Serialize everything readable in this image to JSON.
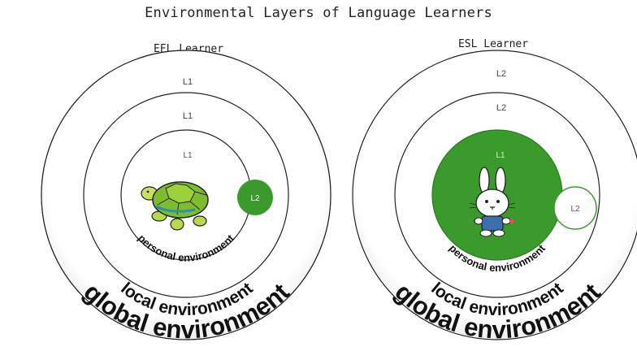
{
  "title": "Environmental Layers of Language Learners",
  "colors": {
    "green": "#3a9a2c",
    "dark_green": "#2a7a20",
    "ring": "#222222"
  },
  "efl": {
    "label": "EFL Learner",
    "outer_layer": "L1",
    "middle_layer": "L1",
    "inner_layer": "L1",
    "small_circle": "L2",
    "global_env": "global environment",
    "local_env": "local environment",
    "personal_env": "personal environment",
    "character": "turtle-icon"
  },
  "esl": {
    "label": "ESL Learner",
    "outer_layer": "L2",
    "middle_layer": "L2",
    "inner_layer": "L1",
    "small_circle": "L2",
    "global_env": "global environment",
    "local_env": "local environment",
    "personal_env": "personal environment",
    "character": "rabbit-icon"
  }
}
